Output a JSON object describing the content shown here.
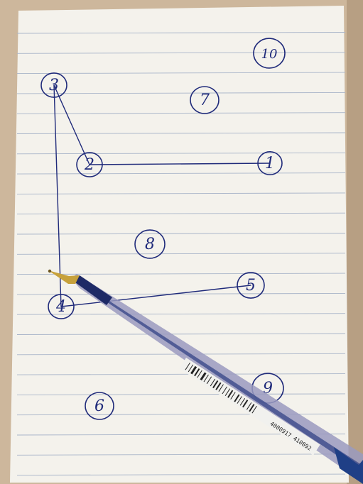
{
  "colors": {
    "background": "#cdb79c",
    "paper": "#f4f2ec",
    "rule_line": "#a9b5c9",
    "ink": "#1f2a7a",
    "pen_barrel": "#8f8fb6",
    "pen_cap": "#1f3f86",
    "pen_tip": "#c7a13b"
  },
  "nodes": [
    {
      "id": "n1",
      "label": "1"
    },
    {
      "id": "n2",
      "label": "2"
    },
    {
      "id": "n3",
      "label": "3"
    },
    {
      "id": "n4",
      "label": "4"
    },
    {
      "id": "n5",
      "label": "5"
    },
    {
      "id": "n6",
      "label": "6"
    },
    {
      "id": "n7",
      "label": "7"
    },
    {
      "id": "n8",
      "label": "8"
    },
    {
      "id": "n9",
      "label": "9"
    },
    {
      "id": "n10",
      "label": "10"
    }
  ],
  "edges": [
    {
      "from": "3",
      "to": "2"
    },
    {
      "from": "2",
      "to": "1"
    },
    {
      "from": "3",
      "to": "4"
    },
    {
      "from": "4",
      "to": "5"
    }
  ],
  "pen": {
    "barcode_number": "4000917 410892"
  }
}
